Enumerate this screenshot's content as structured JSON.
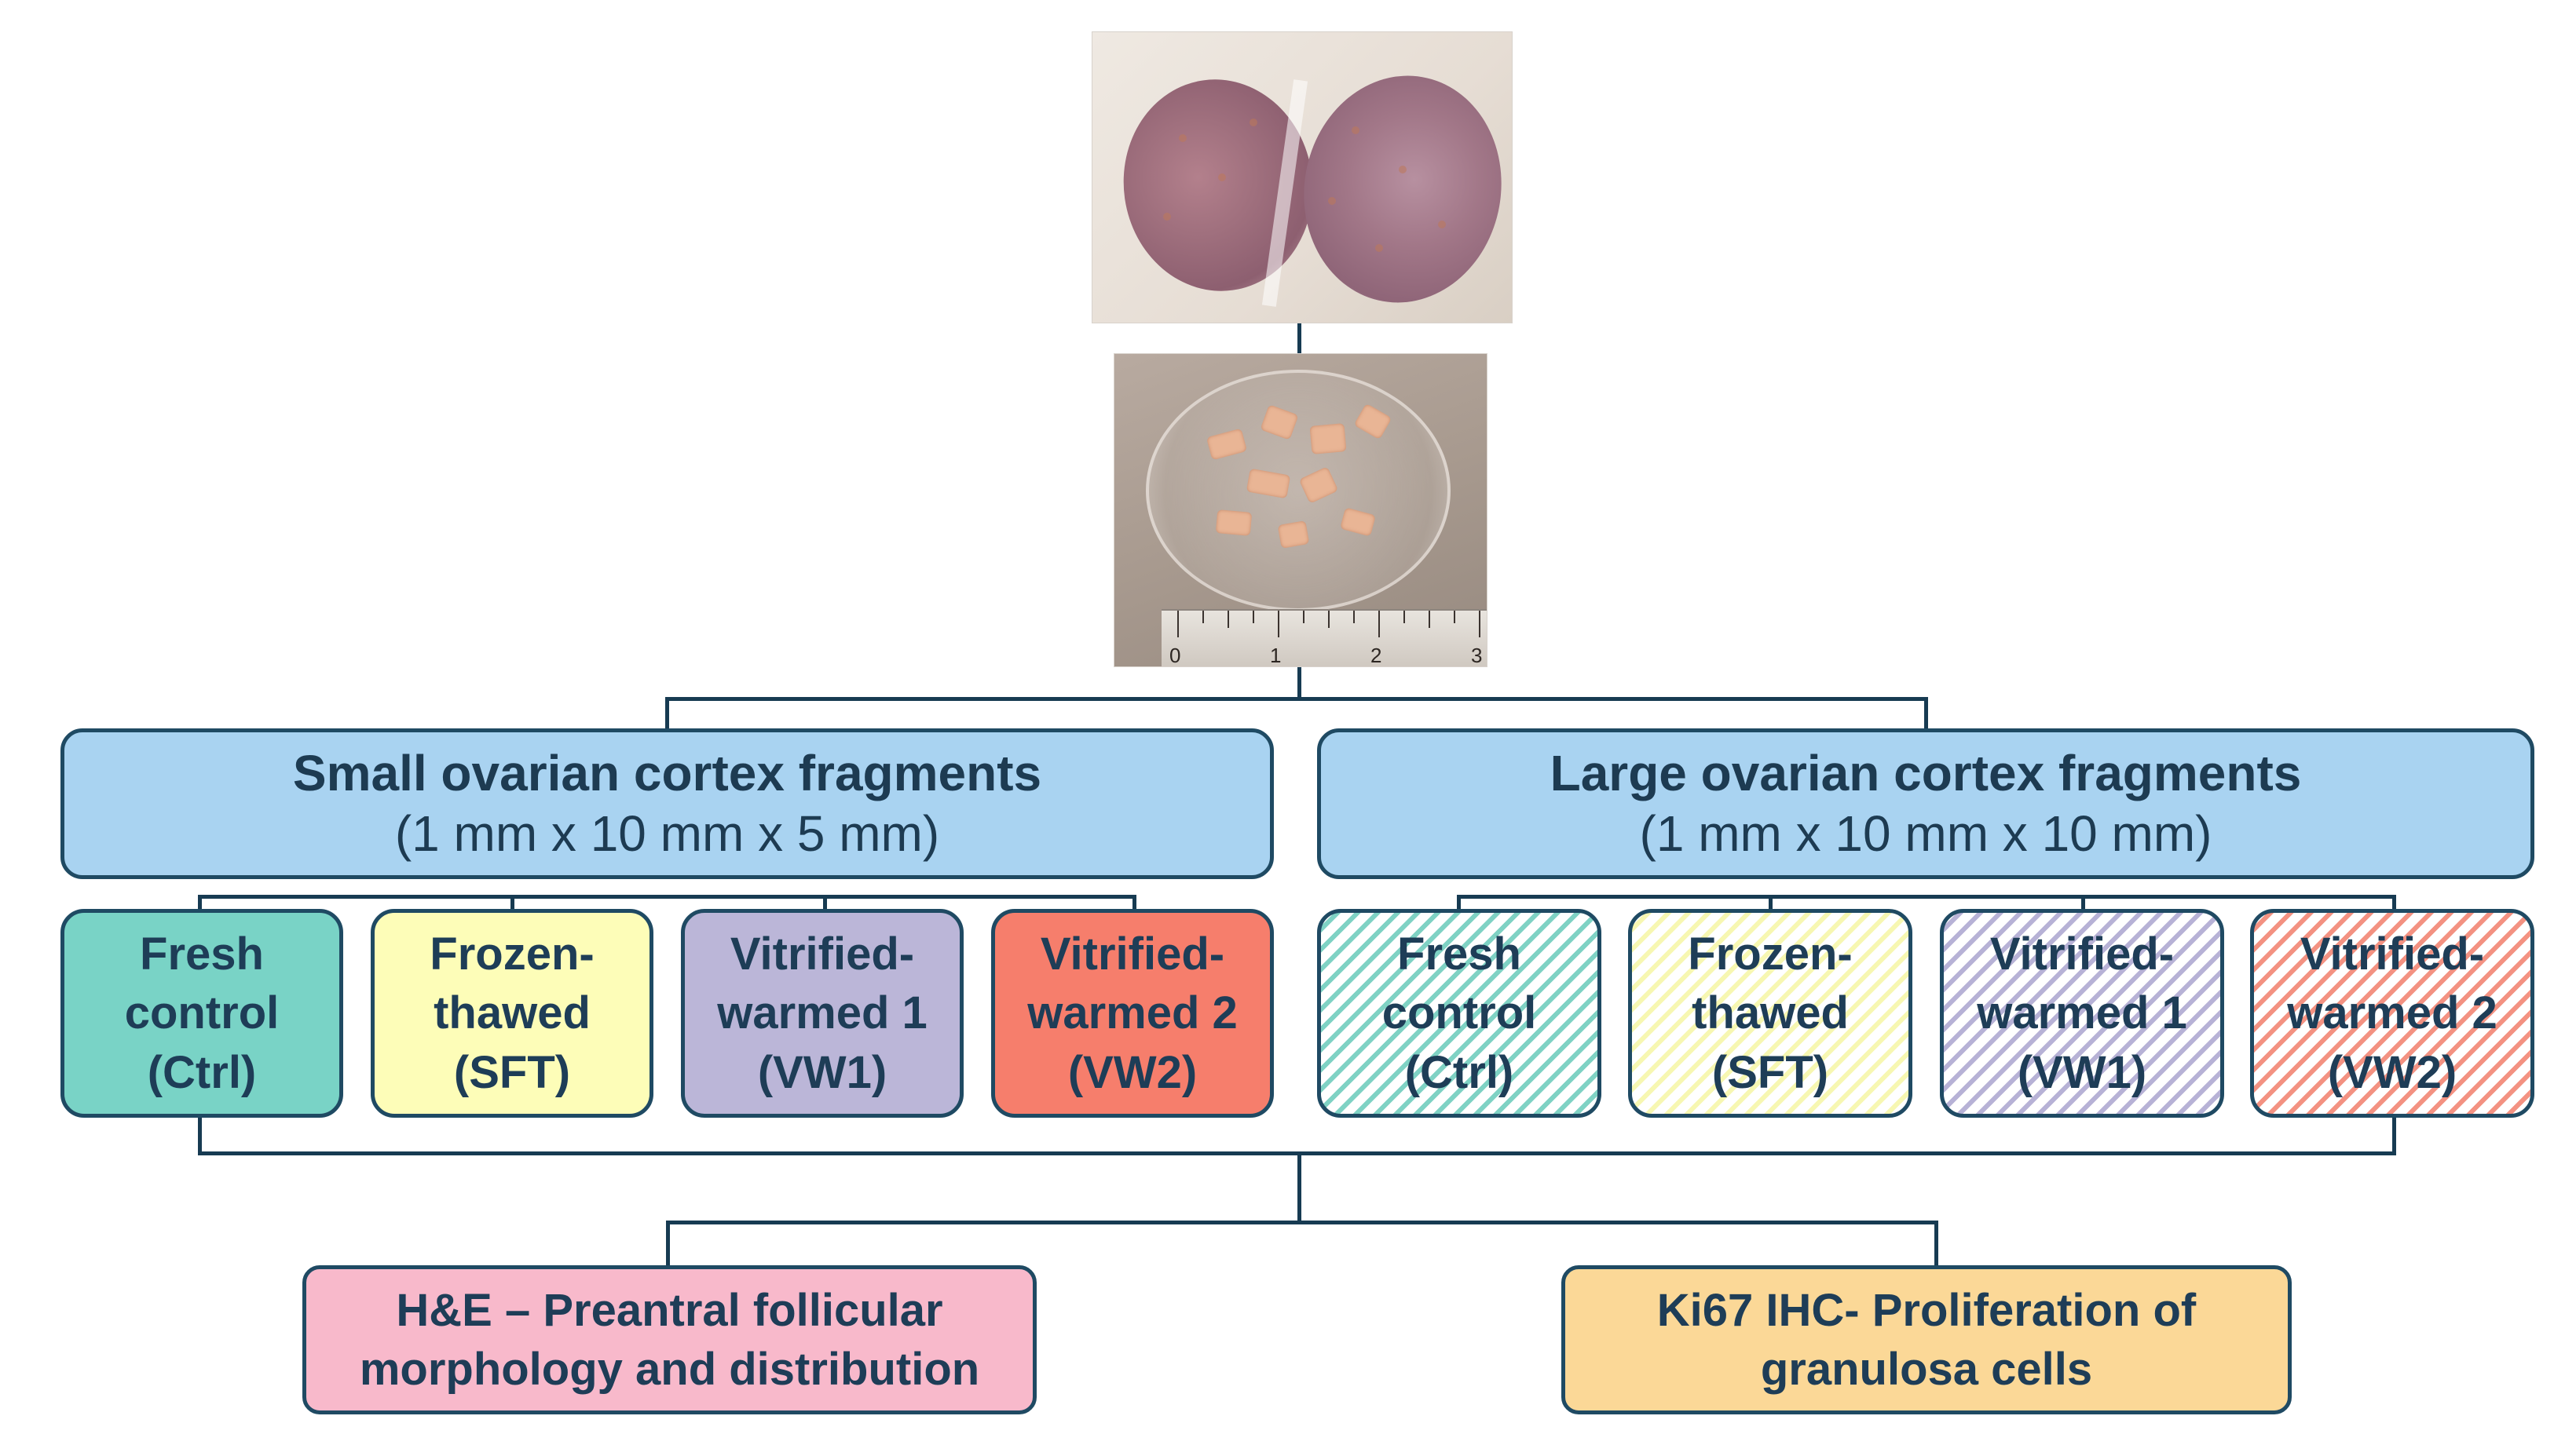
{
  "photos": {
    "ovary": "bisected ovary photo",
    "dish": "cortex fragments in petri dish photo",
    "ruler_labels": [
      "0",
      "1",
      "2",
      "3"
    ]
  },
  "groups": [
    {
      "title": "Small ovarian cortex fragments",
      "dims": "(1 mm x 10 mm x 5 mm)"
    },
    {
      "title": "Large ovarian cortex fragments",
      "dims": "(1 mm x 10 mm x 10 mm)"
    }
  ],
  "conditions": [
    {
      "label": "Fresh\ncontrol\n(Ctrl)"
    },
    {
      "label": "Frozen-\nthawed\n(SFT)"
    },
    {
      "label": "Vitrified-\nwarmed 1\n(VW1)"
    },
    {
      "label": "Vitrified-\nwarmed 2\n(VW2)"
    }
  ],
  "outcomes": [
    {
      "label": "H&E – Preantral follicular morphology and distribution"
    },
    {
      "label": "Ki67 IHC- Proliferation of granulosa cells"
    }
  ],
  "colors": {
    "line": "#173b52",
    "group_fill": "#a9d3f1",
    "ctrl": "#79d3c6",
    "sft": "#fdfdb8",
    "vw1": "#bbb6d8",
    "vw2": "#f67e6c",
    "he": "#f8b9cb",
    "ki67": "#fbd897"
  }
}
